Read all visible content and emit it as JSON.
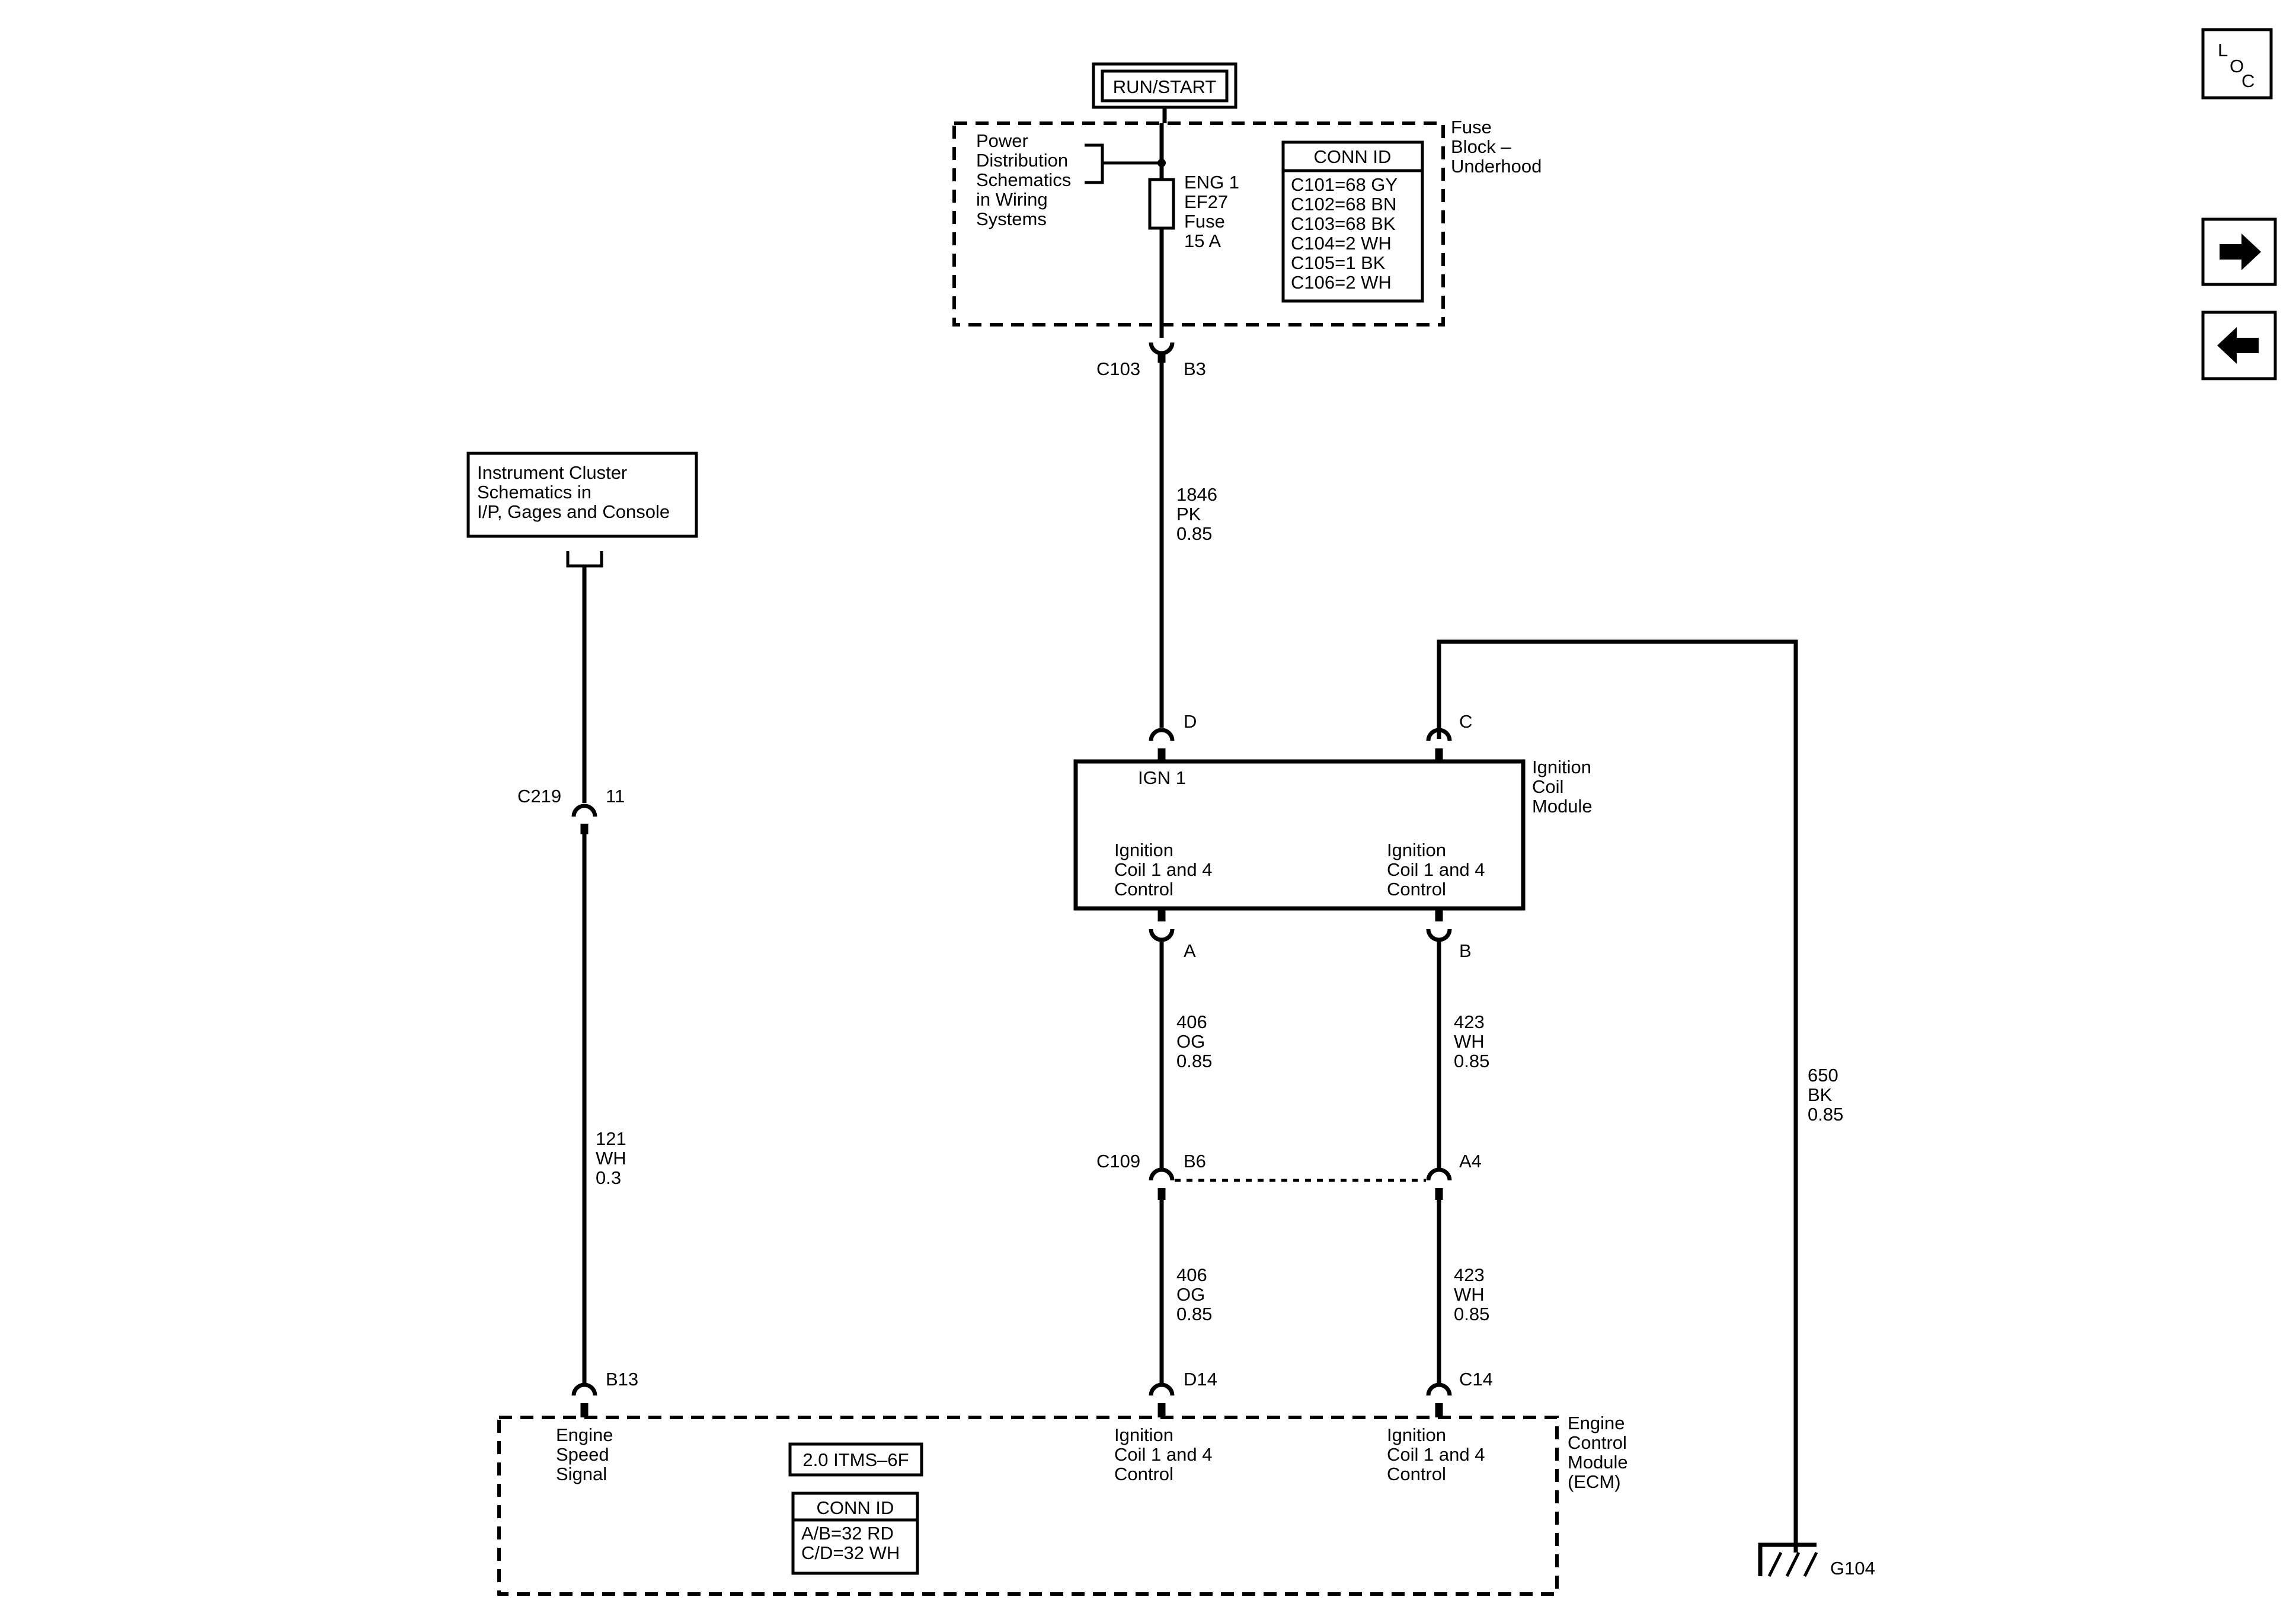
{
  "power_source": {
    "label": "RUN/START"
  },
  "fuse_block": {
    "name_lines": [
      "Fuse",
      "Block –",
      "Underhood"
    ],
    "power_ref_lines": [
      "Power",
      "Distribution",
      "Schematics",
      "in Wiring",
      "Systems"
    ],
    "fuse_lines": [
      "ENG 1",
      "EF27",
      "Fuse",
      "15 A"
    ],
    "conn_id": {
      "title": "CONN ID",
      "rows": [
        "C101=68 GY",
        "C102=68 BN",
        "C103=68 BK",
        "C104=2 WH",
        "C105=1 BK",
        "C106=2 WH"
      ]
    }
  },
  "connectors": {
    "c103": "C103",
    "c103_pin": "B3",
    "c219": "C219",
    "c219_pin": "11",
    "c109": "C109",
    "c109_pin_a": "B6",
    "c109_pin_b": "A4",
    "icm_pin_d": "D",
    "icm_pin_c": "C",
    "icm_pin_a": "A",
    "icm_pin_b": "B",
    "ecm_pin_b13": "B13",
    "ecm_pin_d14": "D14",
    "ecm_pin_c14": "C14"
  },
  "wires": {
    "w1846": [
      "1846",
      "PK",
      "0.85"
    ],
    "w121": [
      "121",
      "WH",
      "0.3"
    ],
    "w406_upper": [
      "406",
      "OG",
      "0.85"
    ],
    "w423_upper": [
      "423",
      "WH",
      "0.85"
    ],
    "w406_lower": [
      "406",
      "OG",
      "0.85"
    ],
    "w423_lower": [
      "423",
      "WH",
      "0.85"
    ],
    "w650": [
      "650",
      "BK",
      "0.85"
    ]
  },
  "instrument_cluster": {
    "lines": [
      "Instrument Cluster",
      "Schematics in",
      "I/P, Gages and Console"
    ]
  },
  "ignition_module": {
    "name_lines": [
      "Ignition",
      "Coil",
      "Module"
    ],
    "ign_label": "IGN 1",
    "ctrl_left": [
      "Ignition",
      "Coil 1 and 4",
      "Control"
    ],
    "ctrl_right": [
      "Ignition",
      "Coil 1 and 4",
      "Control"
    ]
  },
  "ecm": {
    "name_lines": [
      "Engine",
      "Control",
      "Module",
      "(ECM)"
    ],
    "engine_speed": [
      "Engine",
      "Speed",
      "Signal"
    ],
    "ctrl_left": [
      "Ignition",
      "Coil 1 and 4",
      "Control"
    ],
    "ctrl_right": [
      "Ignition",
      "Coil 1 and 4",
      "Control"
    ],
    "variant": "2.0 ITMS–6F",
    "conn_id": {
      "title": "CONN ID",
      "rows": [
        "A/B=32 RD",
        "C/D=32 WH"
      ]
    }
  },
  "ground": {
    "label": "G104"
  },
  "nav": {
    "loc_letters": [
      "L",
      "O",
      "C"
    ],
    "forward_icon": "right-arrow-icon",
    "back_icon": "left-arrow-icon"
  }
}
